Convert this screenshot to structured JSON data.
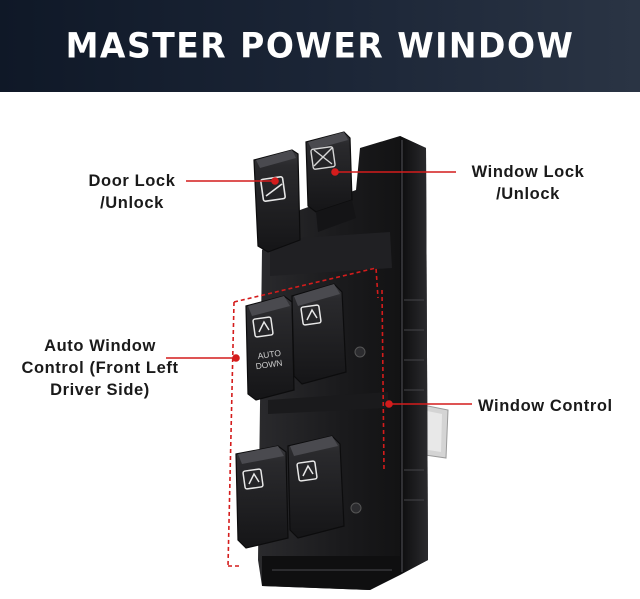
{
  "banner": {
    "title": "MASTER POWER WINDOW SWITCH"
  },
  "labels": {
    "door_lock": [
      "Door Lock",
      "/Unlock"
    ],
    "window_lock": [
      "Window Lock",
      "/Unlock"
    ],
    "auto_window": [
      "Auto Window",
      "Control (Front Left",
      "Driver Side)"
    ],
    "window_control": "Window Control"
  },
  "switch_text": {
    "auto_down_1": "AUTO",
    "auto_down_2": "DOWN"
  },
  "colors": {
    "banner": "#1b2536",
    "annotation": "#d41c1c",
    "switch_body": "#1e1e20"
  }
}
